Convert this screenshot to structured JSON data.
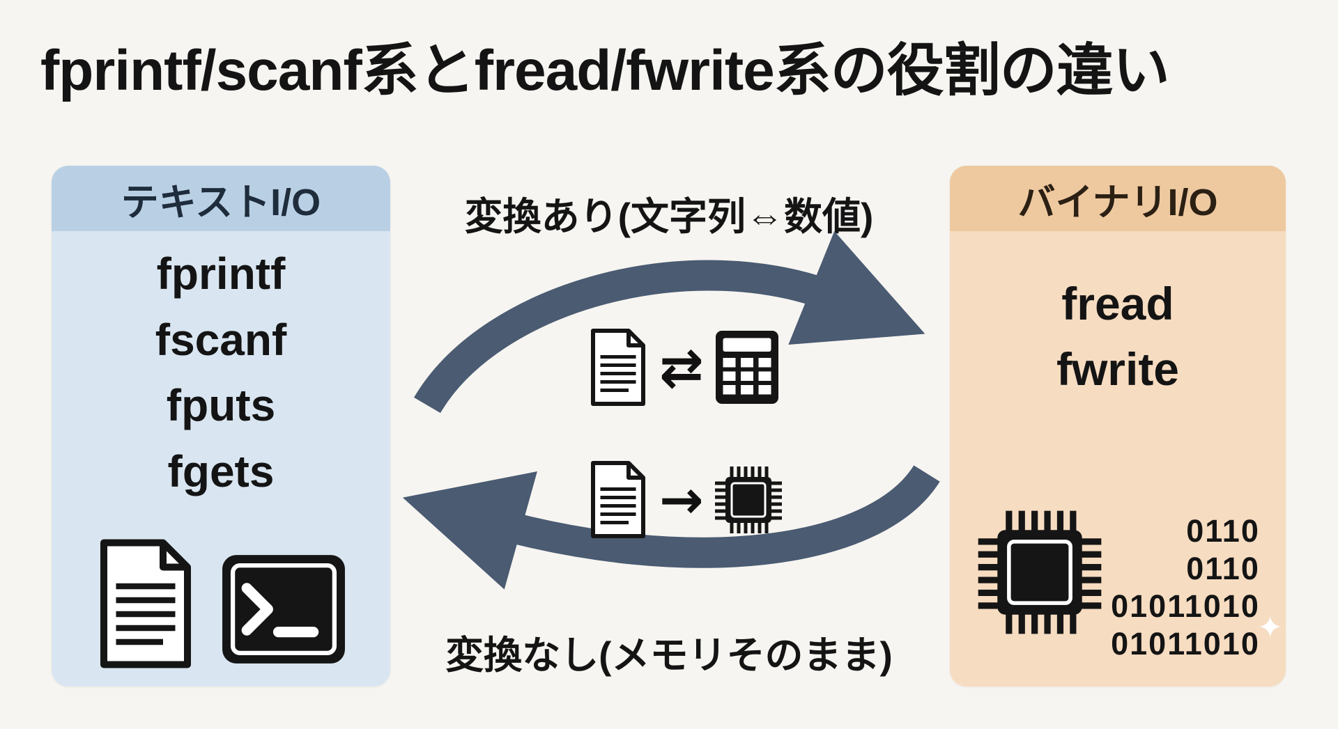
{
  "title": "fprintf/scanf系とfread/fwrite系の役割の違い",
  "left_panel": {
    "header": "テキストI/O",
    "functions": [
      "fprintf",
      "fscanf",
      "fputs",
      "fgets"
    ]
  },
  "right_panel": {
    "header": "バイナリI/O",
    "functions": [
      "fread",
      "fwrite"
    ],
    "binary_lines": [
      "0110",
      "0110",
      "01011010",
      "01011010"
    ]
  },
  "center": {
    "top_label": "変換あり(文字列⇔数値)",
    "bottom_label": "変換なし(メモリそのまま)",
    "swap_symbol": "⇄",
    "arrow_symbol": "→"
  },
  "decoration": {
    "sparkle": "✦"
  },
  "colors": {
    "background": "#f7f5f1",
    "left_panel_bg": "#d9e6f1",
    "left_header_bg": "#b9d0e4",
    "right_panel_bg": "#f6dcc1",
    "right_header_bg": "#eec9a0",
    "arrow": "#4a5b72",
    "text": "#141414"
  }
}
